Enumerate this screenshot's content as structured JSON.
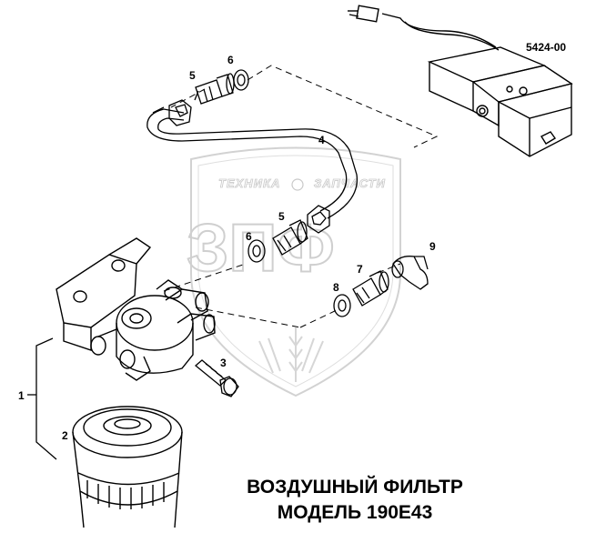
{
  "drawing_code": "5424-00",
  "caption": {
    "line1": "ВОЗДУШНЫЙ ФИЛЬТР",
    "line2": "МОДЕЛЬ 190Е43"
  },
  "watermark": {
    "top_left": "ТЕХНИКА",
    "top_right": "ЗАПЧАСТИ",
    "letters": "ЗПФ"
  },
  "callouts": {
    "c1": "1",
    "c2": "2",
    "c3": "3",
    "c4": "4",
    "c5a": "5",
    "c5b": "5",
    "c6a": "6",
    "c6b": "6",
    "c7": "7",
    "c8": "8",
    "c9": "9"
  },
  "colors": {
    "ink": "#000000",
    "watermark": "#c9c9c9",
    "background": "#ffffff"
  }
}
